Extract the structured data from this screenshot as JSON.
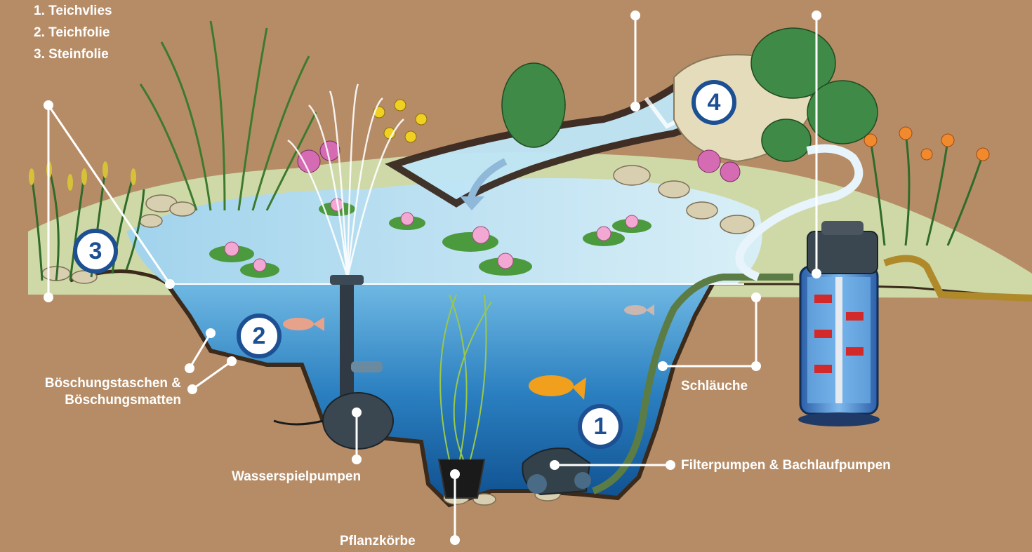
{
  "liner_list": {
    "items": [
      "1. Teichvlies",
      "2. Teichfolie",
      "3. Steinfolie"
    ]
  },
  "labels": {
    "slope_pockets_line1": "Böschungstaschen &",
    "slope_pockets_line2": "Böschungsmatten",
    "fountain_pumps": "Wasserspielpumpen",
    "plant_baskets": "Pflanzkörbe",
    "filter_pumps": "Filterpumpen & Bachlaufpumpen",
    "hoses": "Schläuche"
  },
  "badges": {
    "b1": "1",
    "b2": "2",
    "b3": "3",
    "b4": "4"
  },
  "colors": {
    "background": "#b68c66",
    "water_deep": "#1f6fb0",
    "water_light": "#bfe3f5",
    "badge_border": "#1d4f93",
    "leader_line": "#ffffff"
  }
}
